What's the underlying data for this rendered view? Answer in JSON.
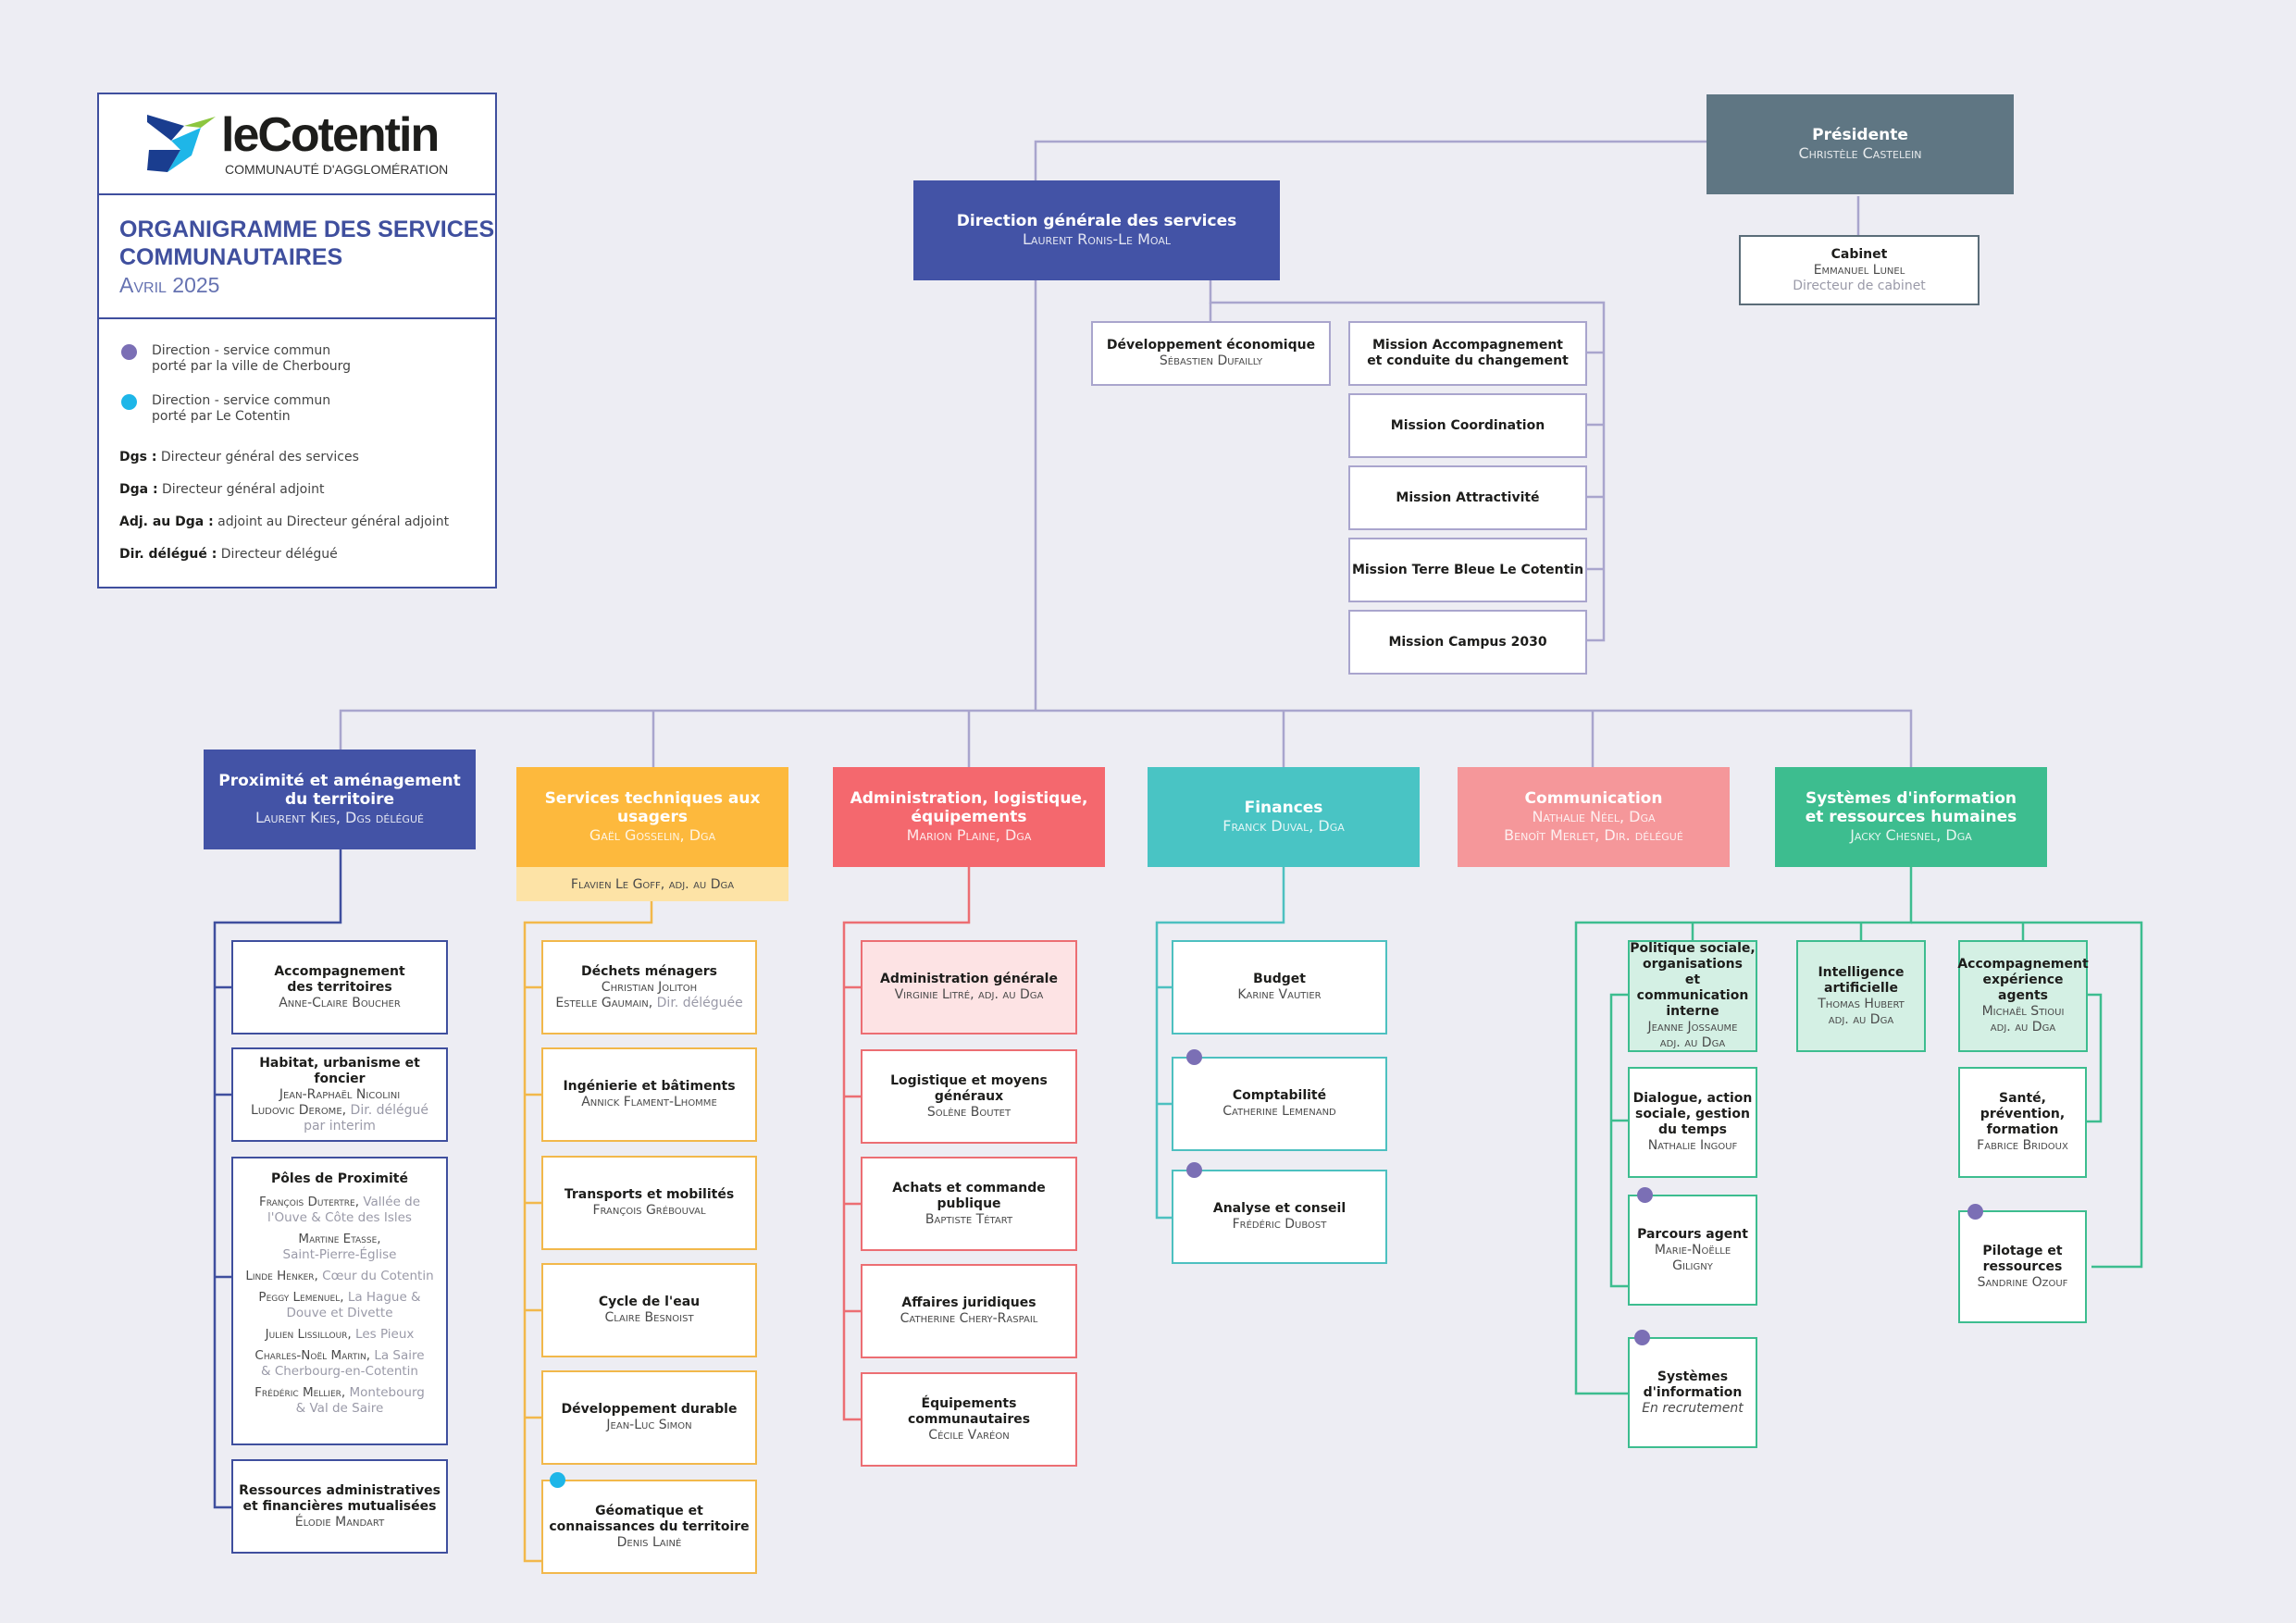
{
  "legend": {
    "logo_name": "leCotentin",
    "logo_sub": "COMMUNAUTÉ D'AGGLOMÉRATION",
    "title_1": "ORGANIGRAMME DES SERVICES",
    "title_2": "COMMUNAUTAIRES",
    "date": "Avril 2025",
    "item_purple_1": "Direction - service commun",
    "item_purple_2": "porté par la ville de Cherbourg",
    "item_blue_1": "Direction - service commun",
    "item_blue_2": "porté par Le Cotentin",
    "abbr": [
      {
        "k": "Dgs :",
        "v": "Directeur général des services"
      },
      {
        "k": "Dga :",
        "v": "Directeur général adjoint"
      },
      {
        "k": "Adj. au Dga :",
        "v": "adjoint au Directeur général adjoint"
      },
      {
        "k": "Dir. délégué :",
        "v": "Directeur délégué"
      }
    ]
  },
  "colors": {
    "navy": "#3f4f9e",
    "slate": "#5f7683",
    "yellow": "#fdb93d",
    "coral": "#f4686e",
    "teal": "#49c4c4",
    "pink": "#f5979a",
    "green": "#3dbd8f",
    "lavender": "#a9a5cd",
    "purple_dot": "#7b6fb5",
    "blue_dot": "#1eb6e8"
  },
  "top": {
    "presidente": {
      "title": "Présidente",
      "name": "Christèle Castelein"
    },
    "cabinet": {
      "title": "Cabinet",
      "name": "Emmanuel Lunel",
      "role": "Directeur de cabinet"
    },
    "dgs": {
      "title": "Direction générale des services",
      "name": "Laurent Ronis-Le Moal"
    },
    "dev_eco": {
      "title": "Développement économique",
      "name": "Sébastien Dufailly"
    },
    "missions": [
      "Mission Accompagnement\net conduite du changement",
      "Mission Coordination",
      "Mission Attractivité",
      "Mission Terre Bleue Le Cotentin",
      "Mission Campus 2030"
    ]
  },
  "poles": {
    "proximite": {
      "title": "Proximité et aménagement\ndu territoire",
      "name": "Laurent Kies, Dgs délégué",
      "items": [
        {
          "title": "Accompagnement\ndes territoires",
          "name": "Anne-Claire Boucher"
        },
        {
          "title": "Habitat, urbanisme et foncier",
          "name": "Jean-Raphaël Nicolini",
          "name2": "Ludovic Derome,",
          "extra": "Dir. délégué\npar interim"
        },
        {
          "title": "Pôles de Proximité",
          "people": [
            {
              "n": "François Dutertre,",
              "x": "Vallée de\nl'Ouve & Côte des Isles"
            },
            {
              "n": "Martine Etasse,",
              "x": "Saint-Pierre-Église"
            },
            {
              "n": "Linde Henker,",
              "x": "Cœur du Cotentin"
            },
            {
              "n": "Peggy Lemenuel,",
              "x": "La Hague &\nDouve et Divette"
            },
            {
              "n": "Julien Lissillour,",
              "x": "Les Pieux"
            },
            {
              "n": "Charles-Noël Martin,",
              "x": "La Saire\n& Cherbourg-en-Cotentin"
            },
            {
              "n": "Frédéric Mellier,",
              "x": "Montebourg\n& Val de Saire"
            }
          ]
        },
        {
          "title": "Ressources administratives\net financières mutualisées",
          "name": "Élodie Mandart"
        }
      ]
    },
    "techniques": {
      "title": "Services techniques aux usagers",
      "name": "Gaël Gosselin, Dga",
      "adj": "Flavien Le Goff, adj. au Dga",
      "items": [
        {
          "title": "Déchets ménagers",
          "name": "Christian Jolitoн",
          "name2": "Estelle Gaumain,",
          "extra": "Dir. déléguée"
        },
        {
          "title": "Ingénierie et bâtiments",
          "name": "Annick Flament-Lhomme"
        },
        {
          "title": "Transports et mobilités",
          "name": "François Grébouval"
        },
        {
          "title": "Cycle de l'eau",
          "name": "Claire Besnoist"
        },
        {
          "title": "Développement durable",
          "name": "Jean-Luc Simon"
        },
        {
          "title": "Géomatique et\nconnaissances du territoire",
          "name": "Denis Lainé"
        }
      ]
    },
    "administration": {
      "title": "Administration, logistique,\néquipements",
      "name": "Marion Plaine, Dga",
      "items": [
        {
          "title": "Administration générale",
          "name": "Virginie Litré, adj. au Dga"
        },
        {
          "title": "Logistique et moyens généraux",
          "name": "Solène Boutet"
        },
        {
          "title": "Achats et commande publique",
          "name": "Baptiste Tétart"
        },
        {
          "title": "Affaires juridiques",
          "name": "Catherine Chery-Raspail"
        },
        {
          "title": "Équipements communautaires",
          "name": "Cécile Varéon"
        }
      ]
    },
    "finances": {
      "title": "Finances",
      "name": "Franck Duval, Dga",
      "items": [
        {
          "title": "Budget",
          "name": "Karine Vautier"
        },
        {
          "title": "Comptabilité",
          "name": "Catherine Lemenand"
        },
        {
          "title": "Analyse et conseil",
          "name": "Frédéric Dubost"
        }
      ]
    },
    "communication": {
      "title": "Communication",
      "name": "Nathalie Néel, Dga",
      "name2": "Benoît Merlet, Dir. délégué"
    },
    "si_rh": {
      "title": "Systèmes d'information\net ressources humaines",
      "name": "Jacky Chesnel, Dga",
      "items": [
        {
          "title": "Politique sociale,\norganisations\net communication\ninterne",
          "name": "Jeanne Jossaume\nadj. au Dga"
        },
        {
          "title": "Intelligence\nartificielle",
          "name": "Thomas Hubert\nadj. au Dga"
        },
        {
          "title": "Accompagnement\nexpérience agents",
          "name": "Michaël Stioui\nadj. au Dga"
        },
        {
          "title": "Dialogue, action\nsociale, gestion\ndu temps",
          "name": "Nathalie Ingouf"
        },
        {
          "title": "Parcours agent",
          "name": "Marie-Noëlle\nGiligny"
        },
        {
          "title": "Systèmes\nd'information",
          "name": "En recrutement"
        },
        {
          "title": "Santé,\nprévention,\nformation",
          "name": "Fabrice Bridoux"
        },
        {
          "title": "Pilotage et\nressources",
          "name": "Sandrine Ozouf"
        }
      ]
    }
  }
}
